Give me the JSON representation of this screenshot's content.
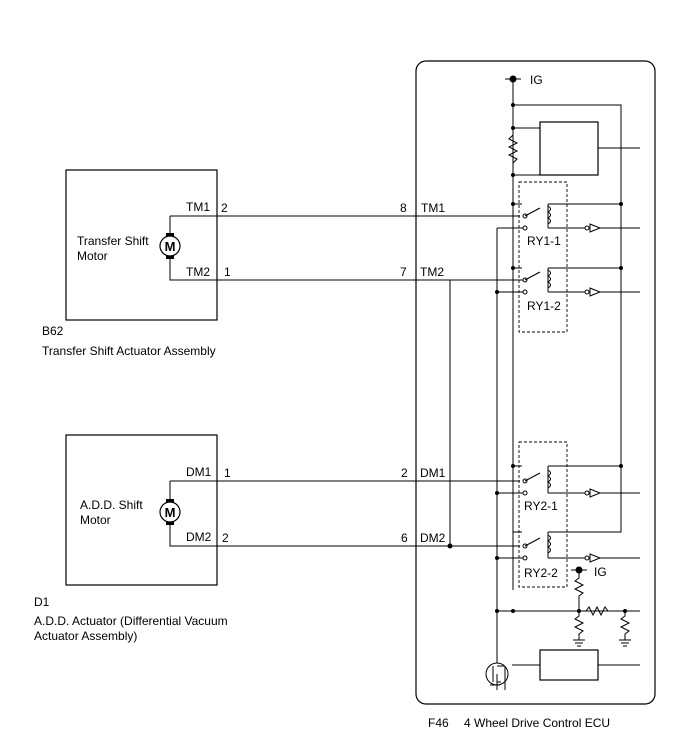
{
  "transfer": {
    "connector": "B62",
    "name": "Transfer Shift Actuator Assembly",
    "motor_line1": "Transfer Shift",
    "motor_line2": "Motor",
    "pin_top_name": "TM1",
    "pin_top_num": "2",
    "pin_bottom_name": "TM2",
    "pin_bottom_num": "1"
  },
  "add": {
    "connector": "D1",
    "name_line1": "A.D.D. Actuator (Differential Vacuum",
    "name_line2": "Actuator Assembly)",
    "motor_line1": "A.D.D. Shift",
    "motor_line2": "Motor",
    "pin_top_name": "DM1",
    "pin_top_num": "1",
    "pin_bottom_name": "DM2",
    "pin_bottom_num": "2"
  },
  "motor_symbol": "M",
  "ecu": {
    "connector": "F46",
    "name": "4 Wheel Drive Control ECU",
    "pins": [
      {
        "num": "8",
        "name": "TM1"
      },
      {
        "num": "7",
        "name": "TM2"
      },
      {
        "num": "2",
        "name": "DM1"
      },
      {
        "num": "6",
        "name": "DM2"
      }
    ],
    "ig_label": "IG",
    "relays": [
      "RY1-1",
      "RY1-2",
      "RY2-1",
      "RY2-2"
    ]
  }
}
